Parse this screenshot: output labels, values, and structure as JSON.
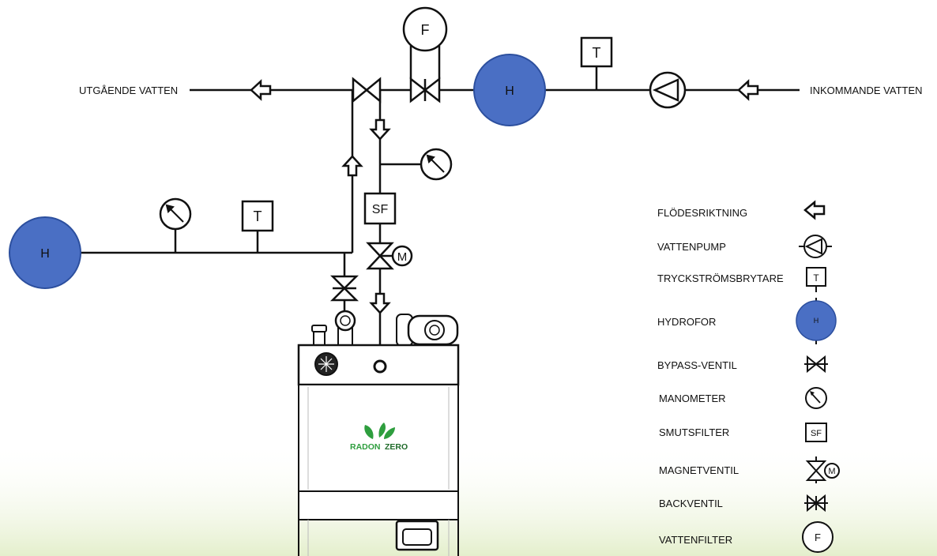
{
  "labels": {
    "outgoing": "UTGÅENDE VATTEN",
    "incoming": "INKOMMANDE VATTEN"
  },
  "symbols": {
    "hydrophore": "H",
    "pressure_switch": "T",
    "water_filter": "F",
    "dirt_filter": "SF",
    "magnet": "M"
  },
  "brand": {
    "name_part1": "RADON",
    "name_part2": "ZERO",
    "color1": "#2e9e3e",
    "color2": "#1f6b2a"
  },
  "colors": {
    "hydrophore_fill": "#4a6fc4",
    "hydrophore_stroke": "#2c4f9e",
    "line": "#111111",
    "bottom_tint": "#e4efcc"
  },
  "legend": [
    {
      "label": "FLÖDESRIKTNING",
      "icon": "flow-arrow-icon"
    },
    {
      "label": "VATTENPUMP",
      "icon": "pump-icon"
    },
    {
      "label": "TRYCKSTRÖMSBRYTARE",
      "icon": "pressure-switch-icon",
      "symbol": "T"
    },
    {
      "label": "HYDROFOR",
      "icon": "hydrophore-icon",
      "symbol": "H"
    },
    {
      "label": "BYPASS-VENTIL",
      "icon": "bypass-valve-icon"
    },
    {
      "label": "MANOMETER",
      "icon": "manometer-icon"
    },
    {
      "label": "SMUTSFILTER",
      "icon": "dirt-filter-icon",
      "symbol": "SF"
    },
    {
      "label": "MAGNETVENTIL",
      "icon": "solenoid-valve-icon",
      "symbol": "M"
    },
    {
      "label": "BACKVENTIL",
      "icon": "check-valve-icon"
    },
    {
      "label": "VATTENFILTER",
      "icon": "water-filter-icon",
      "symbol": "F"
    }
  ]
}
